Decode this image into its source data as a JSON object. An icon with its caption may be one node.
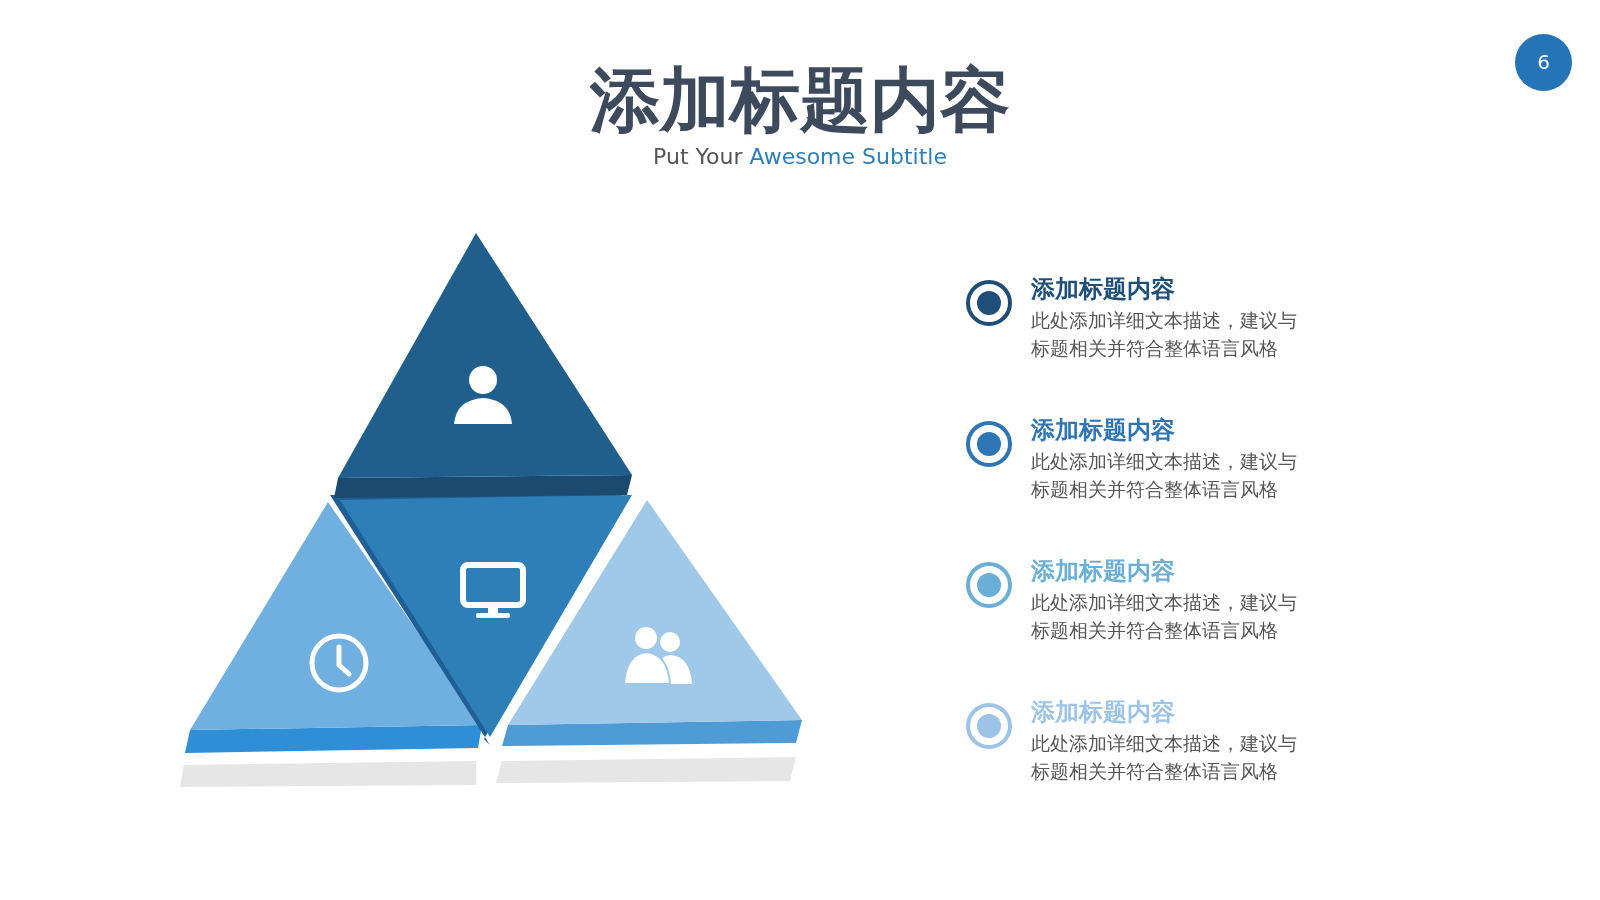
{
  "diagram": {
    "title": "添加标题内容",
    "nodes": [
      {
        "text": [
          "6"
        ]
      }
    ],
    "labels": [
      "Put Your",
      "Awesome Subtitle",
      "添加标题内容",
      "此处添加详细文本描述，建议与标题相关并符合整体语言风格",
      "添加标题内容",
      "此处添加详细文本描述，建议与标题相关并符合整体语言风格",
      "添加标题内容",
      "此处添加详细文本描述，建议与标题相关并符合整体语言风格",
      "添加标题内容",
      "此处添加详细文本描述，建议与标题相关并符合整体语言风格"
    ]
  }
}
